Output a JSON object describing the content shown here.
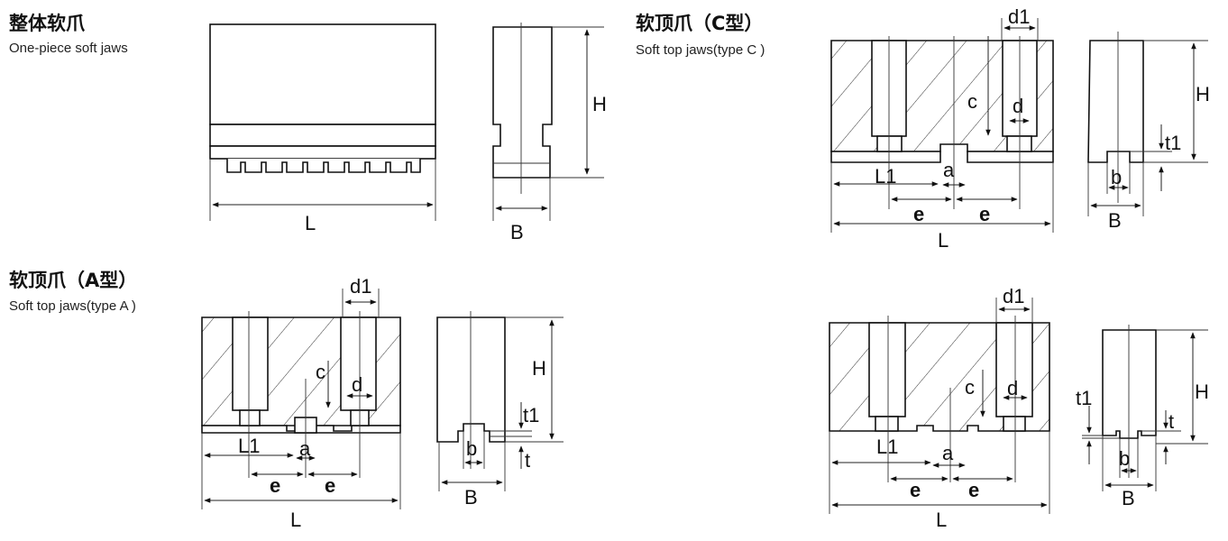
{
  "sections": {
    "one_piece": {
      "title_cn": "整体软爪",
      "title_en": "One-piece soft jaws"
    },
    "type_c": {
      "title_cn": "软顶爪（C型）",
      "title_en": "Soft top jaws(type C )"
    },
    "type_a": {
      "title_cn": "软顶爪（A型）",
      "title_en": "Soft top jaws(type A )"
    }
  },
  "dims": {
    "L": "L",
    "H": "H",
    "B": "B",
    "L1": "L1",
    "a": "a",
    "e": "e",
    "d": "d",
    "d1": "d1",
    "c": "c",
    "b": "b",
    "t": "t",
    "t1": "t1"
  },
  "colors": {
    "line": "#111111",
    "background": "#ffffff"
  }
}
